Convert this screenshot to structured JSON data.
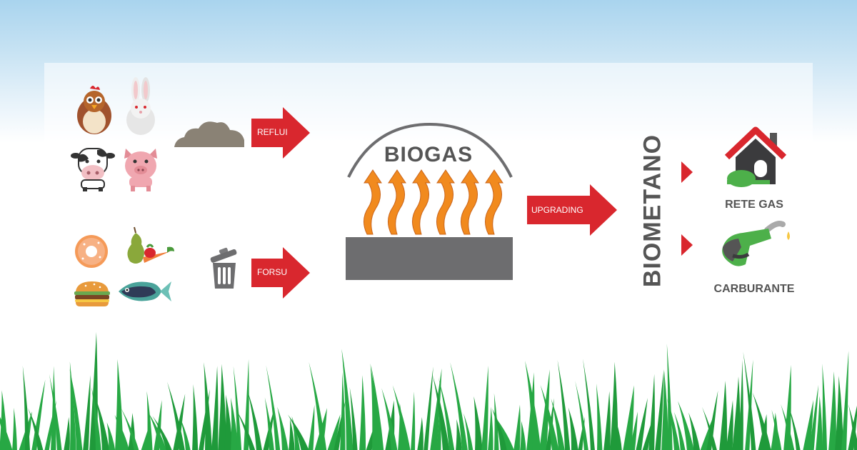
{
  "inputs": {
    "top_arrow_label": "REFLUI",
    "bottom_arrow_label": "FORSU"
  },
  "process": {
    "title": "BIOGAS",
    "upgrade_label": "UPGRADING"
  },
  "product": {
    "title": "BIOMETANO"
  },
  "outputs": {
    "grid_label": "RETE GAS",
    "fuel_label": "CARBURANTE"
  },
  "colors": {
    "arrow_red": "#d9272e",
    "flame_orange": "#f18a1e",
    "slab_gray": "#6d6d6f",
    "text_gray": "#555555",
    "grass_green": "#1f9a3a"
  },
  "icons": [
    "chicken-icon",
    "rabbit-icon",
    "cow-icon",
    "pig-icon",
    "manure-cloud-icon",
    "donut-icon",
    "pear-vegetables-icon",
    "burger-icon",
    "fish-icon",
    "trash-bin-icon",
    "house-icon",
    "fuel-nozzle-icon"
  ]
}
